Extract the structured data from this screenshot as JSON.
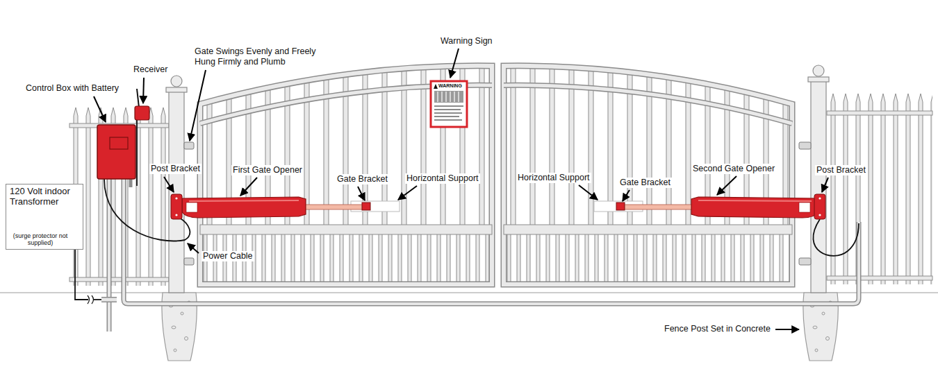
{
  "diagram": {
    "nodes": [
      {
        "text": [
          "120 Volt indoor Transformer",
          "(surge protector not supplied)"
        ]
      }
    ],
    "labels": [
      "Control Box with Battery",
      "Receiver",
      "Gate Swings Evenly and Freely Hung Firmly and Plumb",
      "Warning Sign",
      "WARNING",
      "Post Bracket",
      "First Gate Opener",
      "Gate Bracket",
      "Horizontal Support",
      "Horizontal Support",
      "Gate Bracket",
      "Second Gate Opener",
      "Post Bracket",
      "Power Cable",
      "Fence Post Set in Concrete"
    ]
  }
}
